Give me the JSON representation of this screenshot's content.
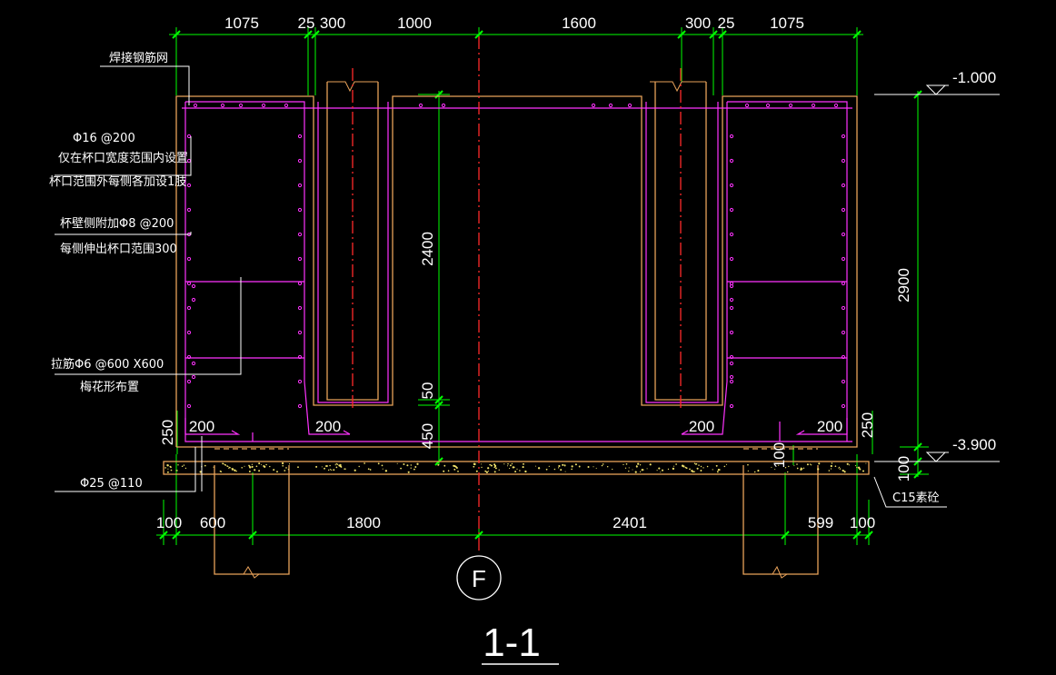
{
  "title": "1-1",
  "axis_label": "F",
  "top_dims": [
    "1075",
    "25",
    "300",
    "1000",
    "1600",
    "300",
    "25",
    "1075"
  ],
  "bottom_dims": [
    "100",
    "600",
    "1800",
    "2401",
    "599",
    "100"
  ],
  "elevations": {
    "top": "-1.000",
    "bottom": "-3.900"
  },
  "right_dims": {
    "total": "2900",
    "bed": "100",
    "side": "250"
  },
  "inner_dims": {
    "socket_depth": "2400",
    "gap": "50",
    "base": "450",
    "beam": "100",
    "left_side": "250"
  },
  "bottom_labels": [
    "200",
    "200",
    "200",
    "200"
  ],
  "notes": {
    "mesh": "焊接钢筋网",
    "bar16_1": "Φ16 @200",
    "bar16_2": "仅在杯口宽度范围内设置",
    "bar16_3": "杯口范围外每侧各加设1肢",
    "wall_1": "杯壁侧附加Φ8 @200",
    "wall_2": "每侧伸出杯口范围300",
    "tie_1": "拉筋Φ6 @600 X600",
    "tie_2": "梅花形布置",
    "bar25": "Φ25 @110",
    "concrete": "C15素砼"
  },
  "colors": {
    "dimension": "#00ff00",
    "outline": "#e8a25a",
    "rebar": "#ff33ff",
    "centerline": "#ff2a2a",
    "text": "#ffffff",
    "hatch": "#f0e06a"
  }
}
